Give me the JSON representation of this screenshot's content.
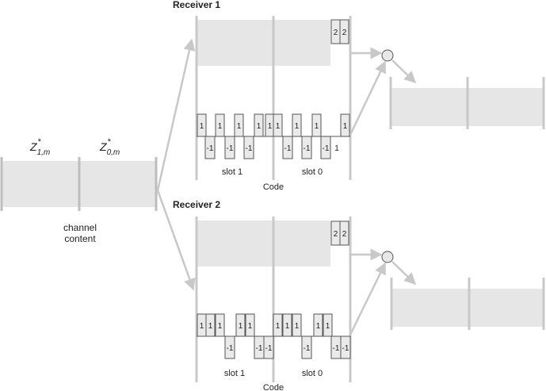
{
  "receiver1": {
    "title": "Receiver 1",
    "code_label": "Code",
    "slot1_label": "slot 1",
    "slot0_label": "slot 0",
    "small_box_values": [
      "2",
      "2"
    ],
    "code_upper": [
      "1",
      "1",
      "1",
      "1",
      "1",
      "1",
      "1",
      "1",
      "1"
    ],
    "code_lower": [
      "-1",
      "-1",
      "-1",
      "-1",
      "-1",
      "-1",
      "1"
    ]
  },
  "receiver2": {
    "title": "Receiver 2",
    "code_label": "Code",
    "slot1_label": "slot 1",
    "slot0_label": "slot 0",
    "small_box_values": [
      "2",
      "2"
    ],
    "code_upper": [
      "1",
      "1",
      "1",
      "1",
      "1",
      "1",
      "1",
      "1",
      "1",
      "1"
    ],
    "code_lower": [
      "-1",
      "-1",
      "-1",
      "-1",
      "-1",
      "-1"
    ]
  },
  "channel": {
    "z1_main": "Z",
    "z1_sup": "*",
    "z1_sub": "1,m",
    "z0_main": "Z",
    "z0_sup": "*",
    "z0_sub": "0,m",
    "label_line1": "channel",
    "label_line2": "content"
  },
  "colors": {
    "block_fill": "#e6e6e6",
    "code_fill": "#eaeaea",
    "line": "#c8c8c8",
    "divider": "#bdbdbd",
    "stroke_dark": "#555555",
    "text": "#222222"
  }
}
